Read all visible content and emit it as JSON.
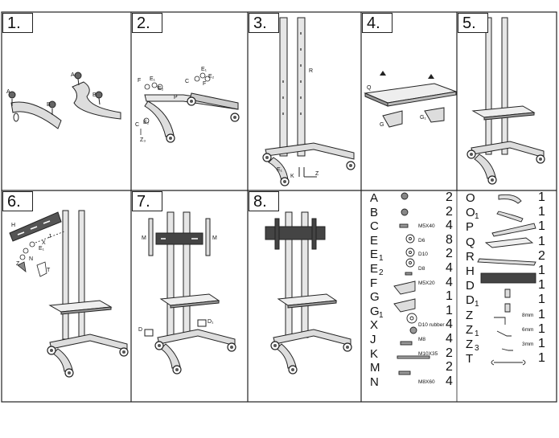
{
  "steps": [
    {
      "number": "1.",
      "callouts": [
        "A",
        "B",
        "A",
        "B"
      ]
    },
    {
      "number": "2.",
      "callouts": [
        "F",
        "E₁",
        "E₂",
        "P",
        "C",
        "E₁",
        "E₂",
        "F",
        "C",
        "E₂",
        "Z₃"
      ]
    },
    {
      "number": "3.",
      "callouts": [
        "R",
        "E₁",
        "K",
        "Z"
      ]
    },
    {
      "number": "4.",
      "callouts": [
        "Q",
        "G",
        "G₁"
      ]
    },
    {
      "number": "5.",
      "callouts": []
    },
    {
      "number": "6.",
      "callouts": [
        "H",
        "J",
        "X",
        "E₁",
        "N",
        "Z",
        "T"
      ]
    },
    {
      "number": "7.",
      "callouts": [
        "M",
        "M",
        "D",
        "D₁"
      ]
    },
    {
      "number": "8.",
      "callouts": []
    }
  ],
  "parts_left": [
    {
      "letter": "A",
      "sub": "",
      "spec": "",
      "qty": "2",
      "icon": "knob-icon"
    },
    {
      "letter": "B",
      "sub": "",
      "spec": "",
      "qty": "2",
      "icon": "knob-icon"
    },
    {
      "letter": "C",
      "sub": "",
      "spec": "M5X40",
      "qty": "4",
      "icon": "bolt-icon"
    },
    {
      "letter": "E",
      "sub": "",
      "spec": "D6",
      "qty": "8",
      "icon": "washer-icon"
    },
    {
      "letter": "E",
      "sub": "1",
      "spec": "D10",
      "qty": "2",
      "icon": "washer-icon"
    },
    {
      "letter": "E",
      "sub": "2",
      "spec": "D8",
      "qty": "4",
      "icon": "washer-icon"
    },
    {
      "letter": "F",
      "sub": "",
      "spec": "M5X20",
      "qty": "4",
      "icon": "screw-icon"
    },
    {
      "letter": "G",
      "sub": "",
      "spec": "",
      "qty": "1",
      "icon": "bracket-icon"
    },
    {
      "letter": "G",
      "sub": "1",
      "spec": "",
      "qty": "1",
      "icon": "bracket-icon"
    },
    {
      "letter": "X",
      "sub": "",
      "spec": "D10 rubber",
      "qty": "4",
      "icon": "rubber-washer-icon"
    },
    {
      "letter": "J",
      "sub": "",
      "spec": "M8",
      "qty": "4",
      "icon": "nut-icon"
    },
    {
      "letter": "K",
      "sub": "",
      "spec": "M10X35",
      "qty": "2",
      "icon": "bolt-icon"
    },
    {
      "letter": "M",
      "sub": "",
      "spec": "",
      "qty": "2",
      "icon": "threaded-rod-icon"
    },
    {
      "letter": "N",
      "sub": "",
      "spec": "M8X60",
      "qty": "4",
      "icon": "bolt-icon"
    }
  ],
  "parts_right": [
    {
      "letter": "O",
      "sub": "",
      "spec": "",
      "qty": "1",
      "icon": "base-leg-icon"
    },
    {
      "letter": "O",
      "sub": "1",
      "spec": "",
      "qty": "1",
      "icon": "curved-leg-icon"
    },
    {
      "letter": "P",
      "sub": "",
      "spec": "",
      "qty": "1",
      "icon": "crossbar-icon"
    },
    {
      "letter": "Q",
      "sub": "",
      "spec": "",
      "qty": "1",
      "icon": "shelf-icon"
    },
    {
      "letter": "R",
      "sub": "",
      "spec": "",
      "qty": "2",
      "icon": "column-icon"
    },
    {
      "letter": "H",
      "sub": "",
      "spec": "",
      "qty": "1",
      "icon": "mount-bracket-icon"
    },
    {
      "letter": "D",
      "sub": "",
      "spec": "",
      "qty": "1",
      "icon": "end-cap-icon"
    },
    {
      "letter": "D",
      "sub": "1",
      "spec": "",
      "qty": "1",
      "icon": "end-cap-icon"
    },
    {
      "letter": "Z",
      "sub": "",
      "spec": "8mm",
      "qty": "1",
      "icon": "hex-key-icon"
    },
    {
      "letter": "Z",
      "sub": "1",
      "spec": "6mm",
      "qty": "1",
      "icon": "hex-key-icon"
    },
    {
      "letter": "Z",
      "sub": "3",
      "spec": "3mm",
      "qty": "1",
      "icon": "hex-key-icon"
    },
    {
      "letter": "T",
      "sub": "",
      "spec": "",
      "qty": "1",
      "icon": "wrench-icon"
    }
  ]
}
